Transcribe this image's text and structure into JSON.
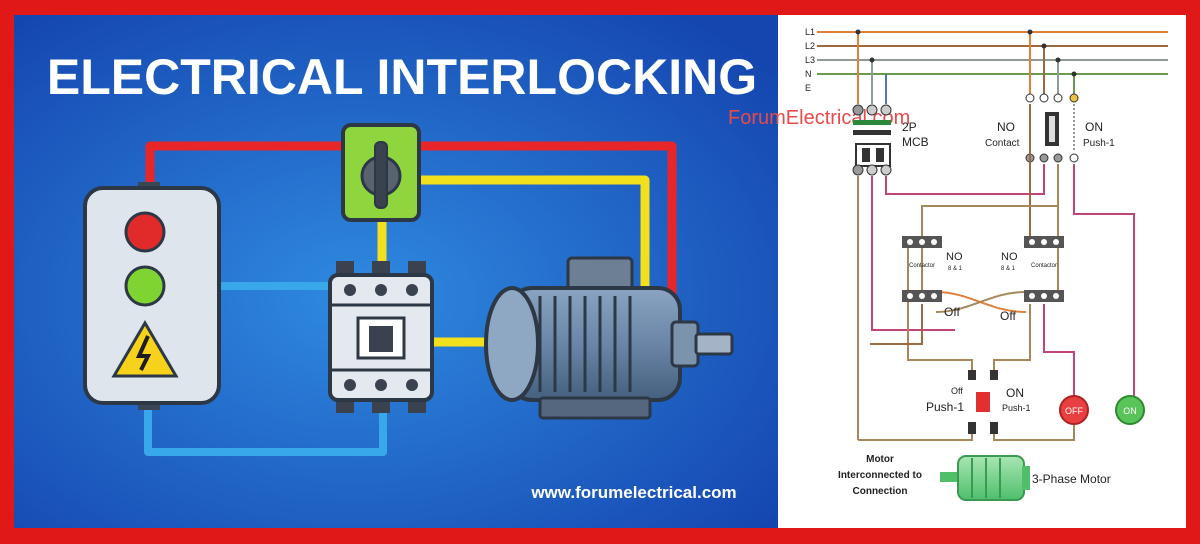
{
  "left_panel": {
    "title": "ELECTRICAL INTERLOCKING",
    "website": "www.forumelectrical.com"
  },
  "right_panel": {
    "watermark": "ForumElectrical.com",
    "lines": [
      "L1",
      "L2",
      "L3",
      "N",
      "E"
    ],
    "mcb": {
      "line1": "2P",
      "line2": "MCB"
    },
    "no_contact": {
      "line1": "NO",
      "line2": "Contact"
    },
    "on_push_top": {
      "line1": "ON",
      "line2": "Push-1"
    },
    "contactor_left": {
      "label": "Contactor",
      "no": "NO",
      "sub": "8 & 1"
    },
    "contactor_right": {
      "label": "Contactor",
      "no": "NO",
      "sub": "8 & 1"
    },
    "off_left": "Off",
    "off_right": "Off",
    "push_bottom": {
      "off": "Off",
      "push": "Push-1",
      "on": "ON",
      "on_sub": "Push-1"
    },
    "off_button": "OFF",
    "on_button": "ON",
    "motor_caption": {
      "line1": "Motor",
      "line2": "Interconnected to",
      "line3": "Connection"
    },
    "motor_label": "3-Phase Motor"
  },
  "colors": {
    "border": "#e01818",
    "bg_blue": "#1c5fc8",
    "wire_red": "#e8262a",
    "wire_yellow": "#f3e01d",
    "wire_blue": "#39a8ea",
    "l1": "#e0803a",
    "l2": "#9c6a3e",
    "l3": "#8e9a94",
    "n": "#6a9a4c",
    "pink": "#c2447a",
    "tan": "#a8875a"
  }
}
